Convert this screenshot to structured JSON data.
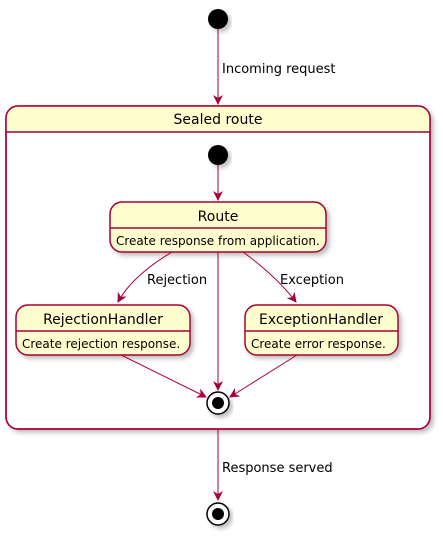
{
  "diagram": {
    "composite_title": "Sealed route",
    "states": {
      "route": {
        "name": "Route",
        "description": "Create response from application."
      },
      "rejection_handler": {
        "name": "RejectionHandler",
        "description": "Create rejection response."
      },
      "exception_handler": {
        "name": "ExceptionHandler",
        "description": "Create error response."
      }
    },
    "transitions": {
      "incoming": "Incoming request",
      "rejection": "Rejection",
      "exception": "Exception",
      "served": "Response served"
    },
    "colors": {
      "state_fill": "#FEFECE",
      "border": "#A80036",
      "arrow": "#A80036",
      "node": "#000000"
    }
  }
}
